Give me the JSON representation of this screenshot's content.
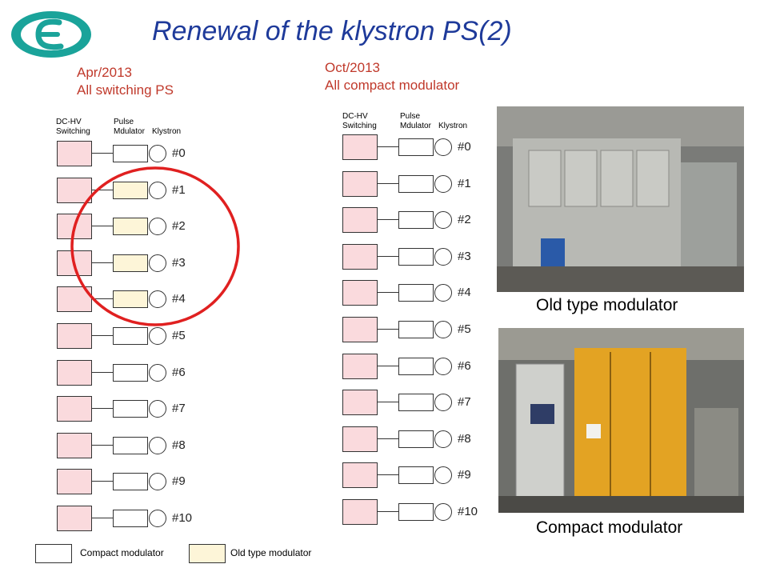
{
  "title": "Renewal of the klystron PS(2)",
  "colors": {
    "title": "#1e3a9a",
    "state": "#c0392b",
    "switching": "#fadadd",
    "old_modulator": "#fdf5d8",
    "highlight": "#e02020",
    "logo": "#1aa39a"
  },
  "left": {
    "date": "Apr/2013",
    "desc": "All switching PS",
    "headers": {
      "dchv": "DC-HV",
      "switching": "Switching",
      "pulse": "Pulse",
      "modulator": "Mdulator",
      "klystron": "Klystron"
    },
    "rows": [
      {
        "label": "#0",
        "type": "compact"
      },
      {
        "label": "#1",
        "type": "old"
      },
      {
        "label": "#2",
        "type": "old"
      },
      {
        "label": "#3",
        "type": "old"
      },
      {
        "label": "#4",
        "type": "old"
      },
      {
        "label": "#5",
        "type": "compact"
      },
      {
        "label": "#6",
        "type": "compact"
      },
      {
        "label": "#7",
        "type": "compact"
      },
      {
        "label": "#8",
        "type": "compact"
      },
      {
        "label": "#9",
        "type": "compact"
      },
      {
        "label": "#10",
        "type": "compact"
      }
    ]
  },
  "right": {
    "date": "Oct/2013",
    "desc": "All compact modulator",
    "headers": {
      "dchv": "DC-HV",
      "switching": "Switching",
      "pulse": "Pulse",
      "modulator": "Mdulator",
      "klystron": "Klystron"
    },
    "rows": [
      {
        "label": "#0",
        "type": "compact"
      },
      {
        "label": "#1",
        "type": "compact"
      },
      {
        "label": "#2",
        "type": "compact"
      },
      {
        "label": "#3",
        "type": "compact"
      },
      {
        "label": "#4",
        "type": "compact"
      },
      {
        "label": "#5",
        "type": "compact"
      },
      {
        "label": "#6",
        "type": "compact"
      },
      {
        "label": "#7",
        "type": "compact"
      },
      {
        "label": "#8",
        "type": "compact"
      },
      {
        "label": "#9",
        "type": "compact"
      },
      {
        "label": "#10",
        "type": "compact"
      }
    ]
  },
  "legend": {
    "compact": "Compact modulator",
    "old": "Old type modulator"
  },
  "photos": {
    "top_caption": "Old type modulator",
    "bottom_caption": "Compact modulator"
  }
}
